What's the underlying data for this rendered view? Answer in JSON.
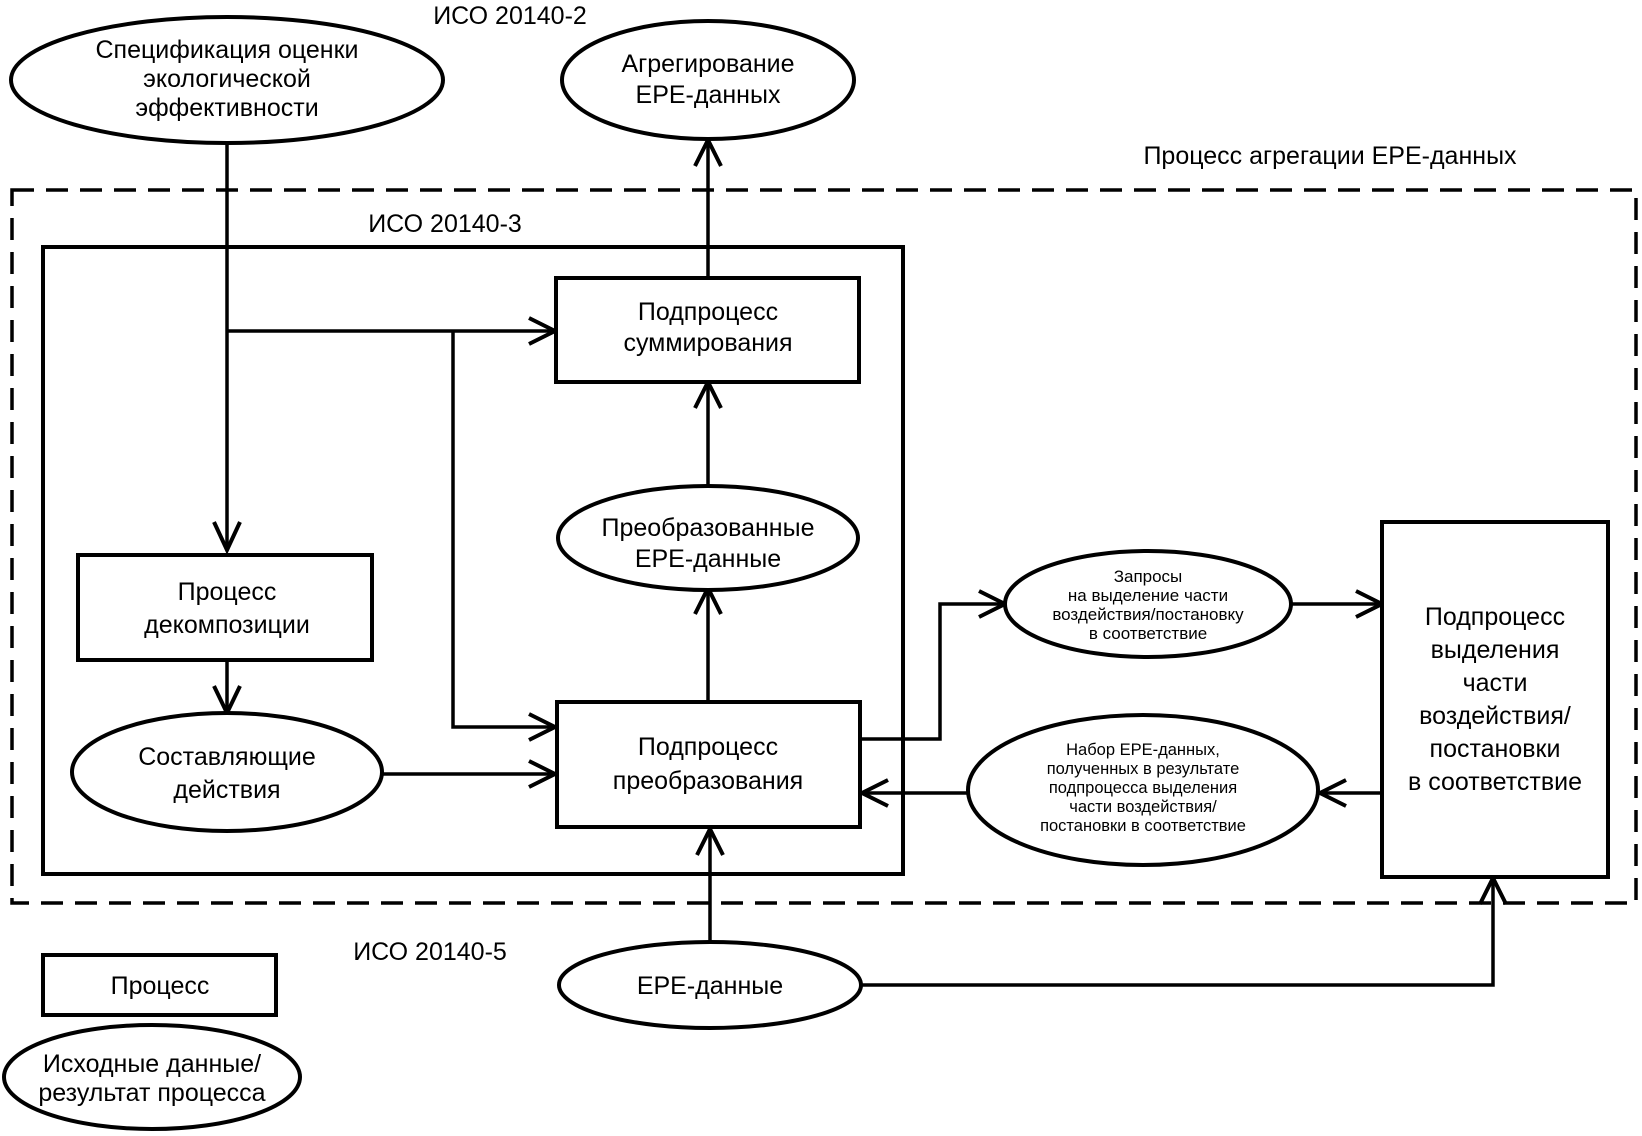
{
  "labels": {
    "iso2": "ИСО 20140-2",
    "iso3": "ИСО 20140-3",
    "iso5": "ИСО 20140-5",
    "aggregation_process": "Процесс агрегации EPE-данных"
  },
  "nodes": {
    "spec": {
      "kind": "data",
      "lines": [
        "Спецификация оценки",
        "экологической",
        "эффективности"
      ]
    },
    "aggregated": {
      "kind": "data",
      "lines": [
        "Агрегирование",
        "EPE-данных"
      ]
    },
    "summation": {
      "kind": "process",
      "lines": [
        "Подпроцесс",
        "суммирования"
      ]
    },
    "transformed": {
      "kind": "data",
      "lines": [
        "Преобразованные",
        "EPE-данные"
      ]
    },
    "decomposition": {
      "kind": "process",
      "lines": [
        "Процесс",
        "декомпозиции"
      ]
    },
    "components": {
      "kind": "data",
      "lines": [
        "Составляющие",
        "действия"
      ]
    },
    "transformation": {
      "kind": "process",
      "lines": [
        "Подпроцесс",
        "преобразования"
      ]
    },
    "requests": {
      "kind": "data",
      "lines": [
        "Запросы",
        "на выделение части",
        "воздействия/постановку",
        "в соответствие"
      ]
    },
    "result_set": {
      "kind": "data",
      "lines": [
        "Набор EPE-данных,",
        "полученных в результате",
        "подпроцесса выделения",
        "части воздействия/",
        "постановки в соответствие"
      ]
    },
    "allocation": {
      "kind": "process",
      "lines": [
        "Подпроцесс",
        "выделения",
        "части",
        "воздействия/",
        "постановки",
        "в соответствие"
      ]
    },
    "epe_data": {
      "kind": "data",
      "lines": [
        "EPE-данные"
      ]
    }
  },
  "legend": {
    "process": "Процесс",
    "data_lines": [
      "Исходные данные/",
      "результат процесса"
    ]
  },
  "edges": [
    {
      "from": "spec",
      "to": "decomposition"
    },
    {
      "from": "spec",
      "to": "summation"
    },
    {
      "from": "spec",
      "to": "transformation"
    },
    {
      "from": "decomposition",
      "to": "components"
    },
    {
      "from": "components",
      "to": "transformation"
    },
    {
      "from": "transformation",
      "to": "transformed"
    },
    {
      "from": "transformed",
      "to": "summation"
    },
    {
      "from": "summation",
      "to": "aggregated"
    },
    {
      "from": "transformation",
      "to": "requests"
    },
    {
      "from": "requests",
      "to": "allocation"
    },
    {
      "from": "allocation",
      "to": "result_set"
    },
    {
      "from": "result_set",
      "to": "transformation"
    },
    {
      "from": "epe_data",
      "to": "transformation"
    },
    {
      "from": "epe_data",
      "to": "allocation"
    }
  ]
}
